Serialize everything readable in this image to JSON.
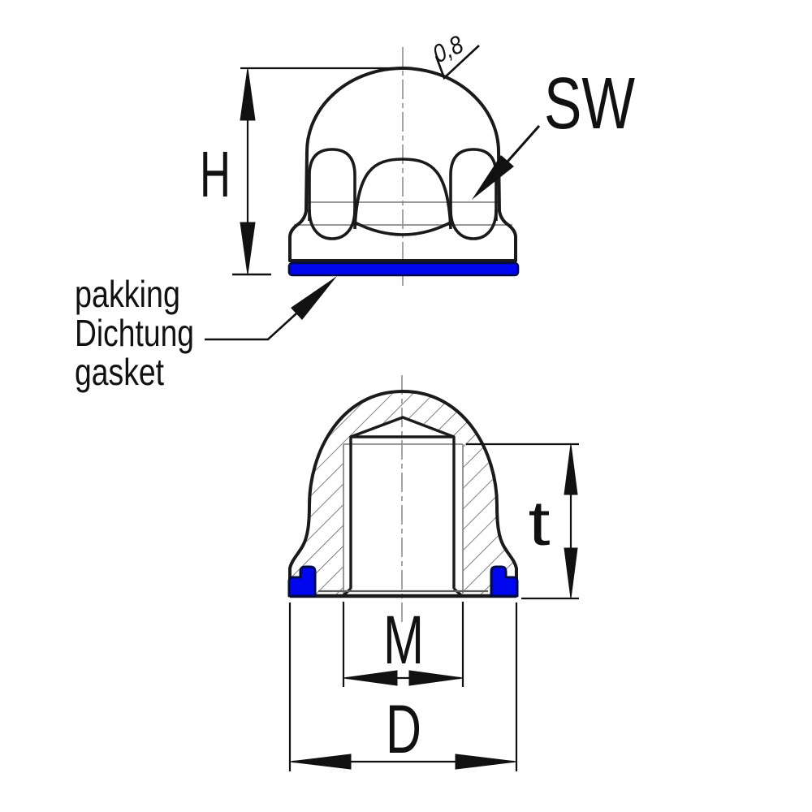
{
  "drawing": {
    "type": "technical-drawing-cap-nut-with-gasket",
    "labels": {
      "height_dim": "H",
      "wrench_size": "SW",
      "surface_roughness": "0,8",
      "gasket_callout_nl": "pakking",
      "gasket_callout_de": "Dichtung",
      "gasket_callout_en": "gasket",
      "thread_depth_dim": "t",
      "thread_size_dim": "M",
      "outer_diameter_dim": "D"
    },
    "colors": {
      "outline": "#1a1a1a",
      "thin_line": "#8a8a8a",
      "hatch_line": "#5f5f5f",
      "centerline": "#9a9a9a",
      "gasket_fill": "#0006ee",
      "gasket_stroke": "#000a46",
      "text": "#111111"
    }
  }
}
